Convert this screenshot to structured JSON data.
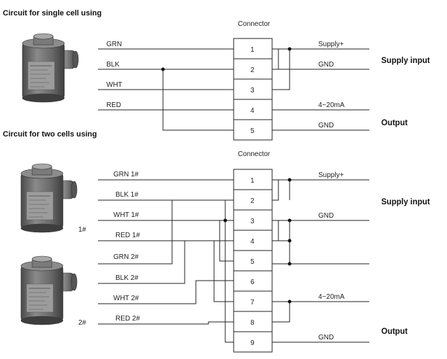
{
  "single": {
    "title": "Circuit for single cell using",
    "connector_label": "Connector",
    "pins": [
      "1",
      "2",
      "3",
      "4",
      "5"
    ],
    "wires": [
      "GRN",
      "BLK",
      "WHT",
      "RED"
    ],
    "right_labels": [
      "Supply+",
      "GND",
      "4~20mA",
      "GND"
    ],
    "supply_input": "Supply input",
    "output": "Output"
  },
  "dual": {
    "title": "Circuit for two cells using",
    "connector_label": "Connector",
    "pins": [
      "1",
      "2",
      "3",
      "4",
      "5",
      "6",
      "7",
      "8",
      "9"
    ],
    "wires": [
      "GRN 1#",
      "BLK 1#",
      "WHT 1#",
      "RED 1#",
      "GRN 2#",
      "BLK 2#",
      "WHT 2#",
      "RED 2#"
    ],
    "right_labels": [
      "Supply+",
      "GND",
      "4~20mA",
      "GND"
    ],
    "supply_input": "Supply input",
    "output": "Output",
    "cell1": "1#",
    "cell2": "2#"
  },
  "colors": {
    "line": "#222222",
    "cell_body": "#6f6f6f",
    "cell_dark": "#4a4a4a",
    "cell_light": "#9a9a9a"
  }
}
